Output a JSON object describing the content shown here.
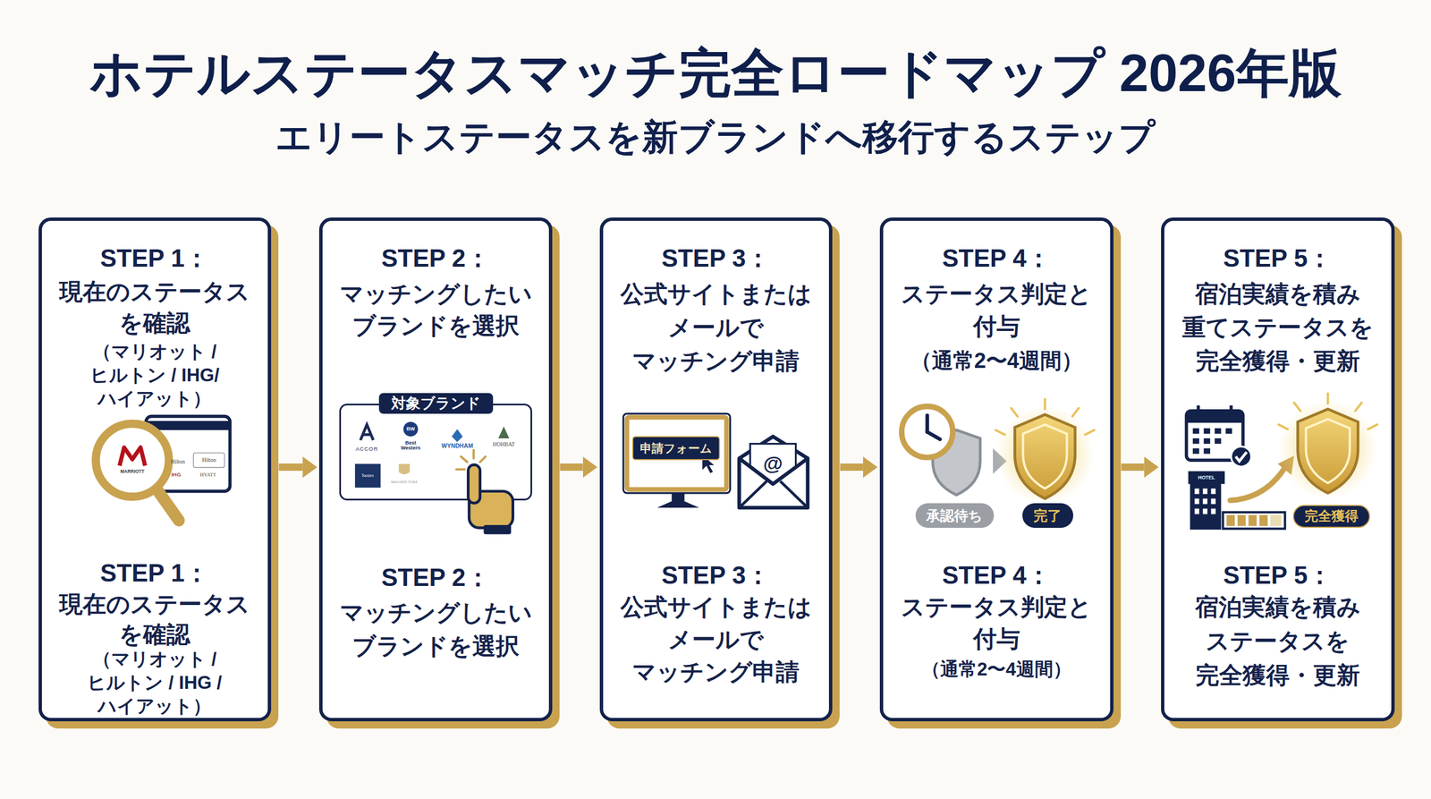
{
  "diagram": {
    "title": "ホテルステータスマッチ完全ロードマップ 2026年版",
    "caption": "エリートステータスを新ブランドへ移行するステップ",
    "nodes": [
      {
        "text": [
          "STEP 1：",
          "現在のステータス を確認",
          "（マリオット / ヒルトン / IHG/ ハイアット）",
          "STEP 1：",
          "現在のステータス を確認",
          "（マリオット / ヒルトン / IHG / ハイアット）"
        ]
      },
      {
        "text": [
          "STEP 2：",
          "マッチングしたい ブランドを選択",
          "STEP 2：",
          "マッチングしたい ブランドを選択"
        ]
      },
      {
        "text": [
          "対象ブランド"
        ],
        "in": 1
      },
      {
        "text": [
          "STEP 3：",
          "公式サイトまたは メールで マッチング申請",
          "STEP 3：",
          "公式サイトまたは メールで マッチング申請"
        ]
      },
      {
        "text": [
          "申請フォーム"
        ],
        "in": 3
      },
      {
        "text": [
          "STEP 4：",
          "ステータス判定と 付与",
          "（通常2〜4週間）",
          "STEP 4：",
          "ステータス判定と 付与",
          "（通常2〜4週間）"
        ]
      },
      {
        "text": [
          "承認待ち"
        ],
        "in": 5
      },
      {
        "text": [
          "完了"
        ],
        "in": 5
      },
      {
        "text": [
          "STEP 5：",
          "宿泊実績を積み 重てステータスを 完全獲得・更新",
          "STEP 5：",
          "宿泊実績を積み ステータスを 完全獲得・更新"
        ]
      },
      {
        "text": [
          "完全獲得"
        ],
        "in": 8
      }
    ],
    "edges": [
      {
        "from": 0,
        "to": 1,
        "arrow": "to"
      },
      {
        "from": 1,
        "to": 3,
        "arrow": "to"
      },
      {
        "from": 3,
        "to": 5,
        "arrow": "to"
      },
      {
        "from": 5,
        "to": 8,
        "arrow": "to"
      }
    ],
    "labels": [
      "MARRIOTT",
      "Hilton",
      "Hilton",
      "IHG",
      "HYATT",
      "ACCOR",
      "BW",
      "Best Western",
      "WYNDHAM",
      "HOHBAT",
      "Saxtes",
      "MACODY TUKE",
      "@",
      "HOTEL"
    ]
  }
}
